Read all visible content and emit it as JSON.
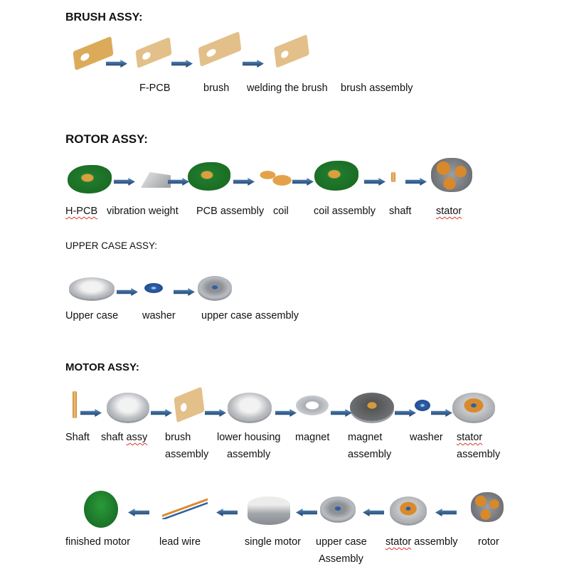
{
  "sections": [
    {
      "title": "BRUSH ASSY:",
      "images": [
        "f-pcb-blank",
        "f-pcb",
        "brush-on-pcb",
        "brush-assembly"
      ],
      "labels": [
        [
          "F-PCB"
        ],
        [
          "brush"
        ],
        [
          "welding the brush"
        ],
        [
          "brush assembly"
        ]
      ]
    },
    {
      "title": "ROTOR ASSY:",
      "images": [
        "h-pcb",
        "vibration-weight",
        "pcb-assembly",
        "coil",
        "coil-assembly",
        "shaft",
        "stator"
      ],
      "labels": [
        [
          "H-PCB"
        ],
        [
          "vibration weight"
        ],
        [
          "PCB assembly"
        ],
        [
          "coil"
        ],
        [
          "coil assembly"
        ],
        [
          "shaft"
        ],
        [
          "stator"
        ]
      ]
    },
    {
      "title": "UPPER CASE ASSY:",
      "images": [
        "upper-case",
        "washer",
        "upper-case-assembly"
      ],
      "labels": [
        [
          "Upper case"
        ],
        [
          "washer"
        ],
        [
          "upper case assembly"
        ]
      ]
    },
    {
      "title": "MOTOR ASSY:",
      "images": [
        "shaft",
        "shaft-assy",
        "brush-assembly",
        "lower-housing-assembly",
        "magnet",
        "magnet-assembly",
        "washer",
        "stator-assembly"
      ],
      "labels": [
        [
          "Shaft"
        ],
        [
          "shaft assy"
        ],
        [
          "brush",
          "assembly"
        ],
        [
          "lower housing",
          "assembly"
        ],
        [
          "magnet"
        ],
        [
          "magnet",
          "assembly"
        ],
        [
          "washer"
        ],
        [
          "stator",
          "assembly"
        ]
      ]
    },
    {
      "title": "",
      "images": [
        "finished-motor",
        "lead-wire",
        "single-motor",
        "upper-case-assembly",
        "stator-assembly",
        "rotor"
      ],
      "labels": [
        [
          "finished motor"
        ],
        [
          "lead wire"
        ],
        [
          "single motor"
        ],
        [
          "upper case",
          "Assembly"
        ],
        [
          "stator assembly"
        ],
        [
          "rotor"
        ]
      ]
    }
  ],
  "colors": {
    "arrow": "#1d4272",
    "pcb": "#dcab5a",
    "green_pcb": "#1f7a2c"
  }
}
